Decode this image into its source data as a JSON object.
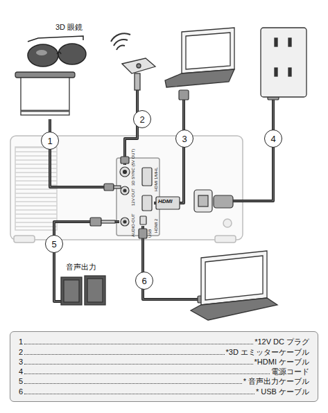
{
  "diagram": {
    "nodes": [
      {
        "text": [
          "1"
        ]
      },
      {
        "text": [
          "2"
        ]
      },
      {
        "text": [
          "3"
        ]
      },
      {
        "text": [
          "4"
        ]
      },
      {
        "text": [
          "5"
        ]
      },
      {
        "text": [
          "6"
        ]
      },
      {
        "text": [
          "1",
          "*12V DC プラグ",
          "2",
          "*3D エミッターケーブル",
          "3",
          "*HDMI ケーブル",
          "4",
          "電源コード",
          "5",
          "* 音声出力ケーブル",
          "6",
          "* USB ケーブル"
        ]
      }
    ],
    "labels": [
      "3D 眼鏡",
      "音声出力",
      "3D SYNC (5V OUT)",
      "12V OUT",
      "HDMI 1/MHL",
      "HDMI 2",
      "AUDIO-OUT",
      "USB",
      "HDMI"
    ]
  }
}
